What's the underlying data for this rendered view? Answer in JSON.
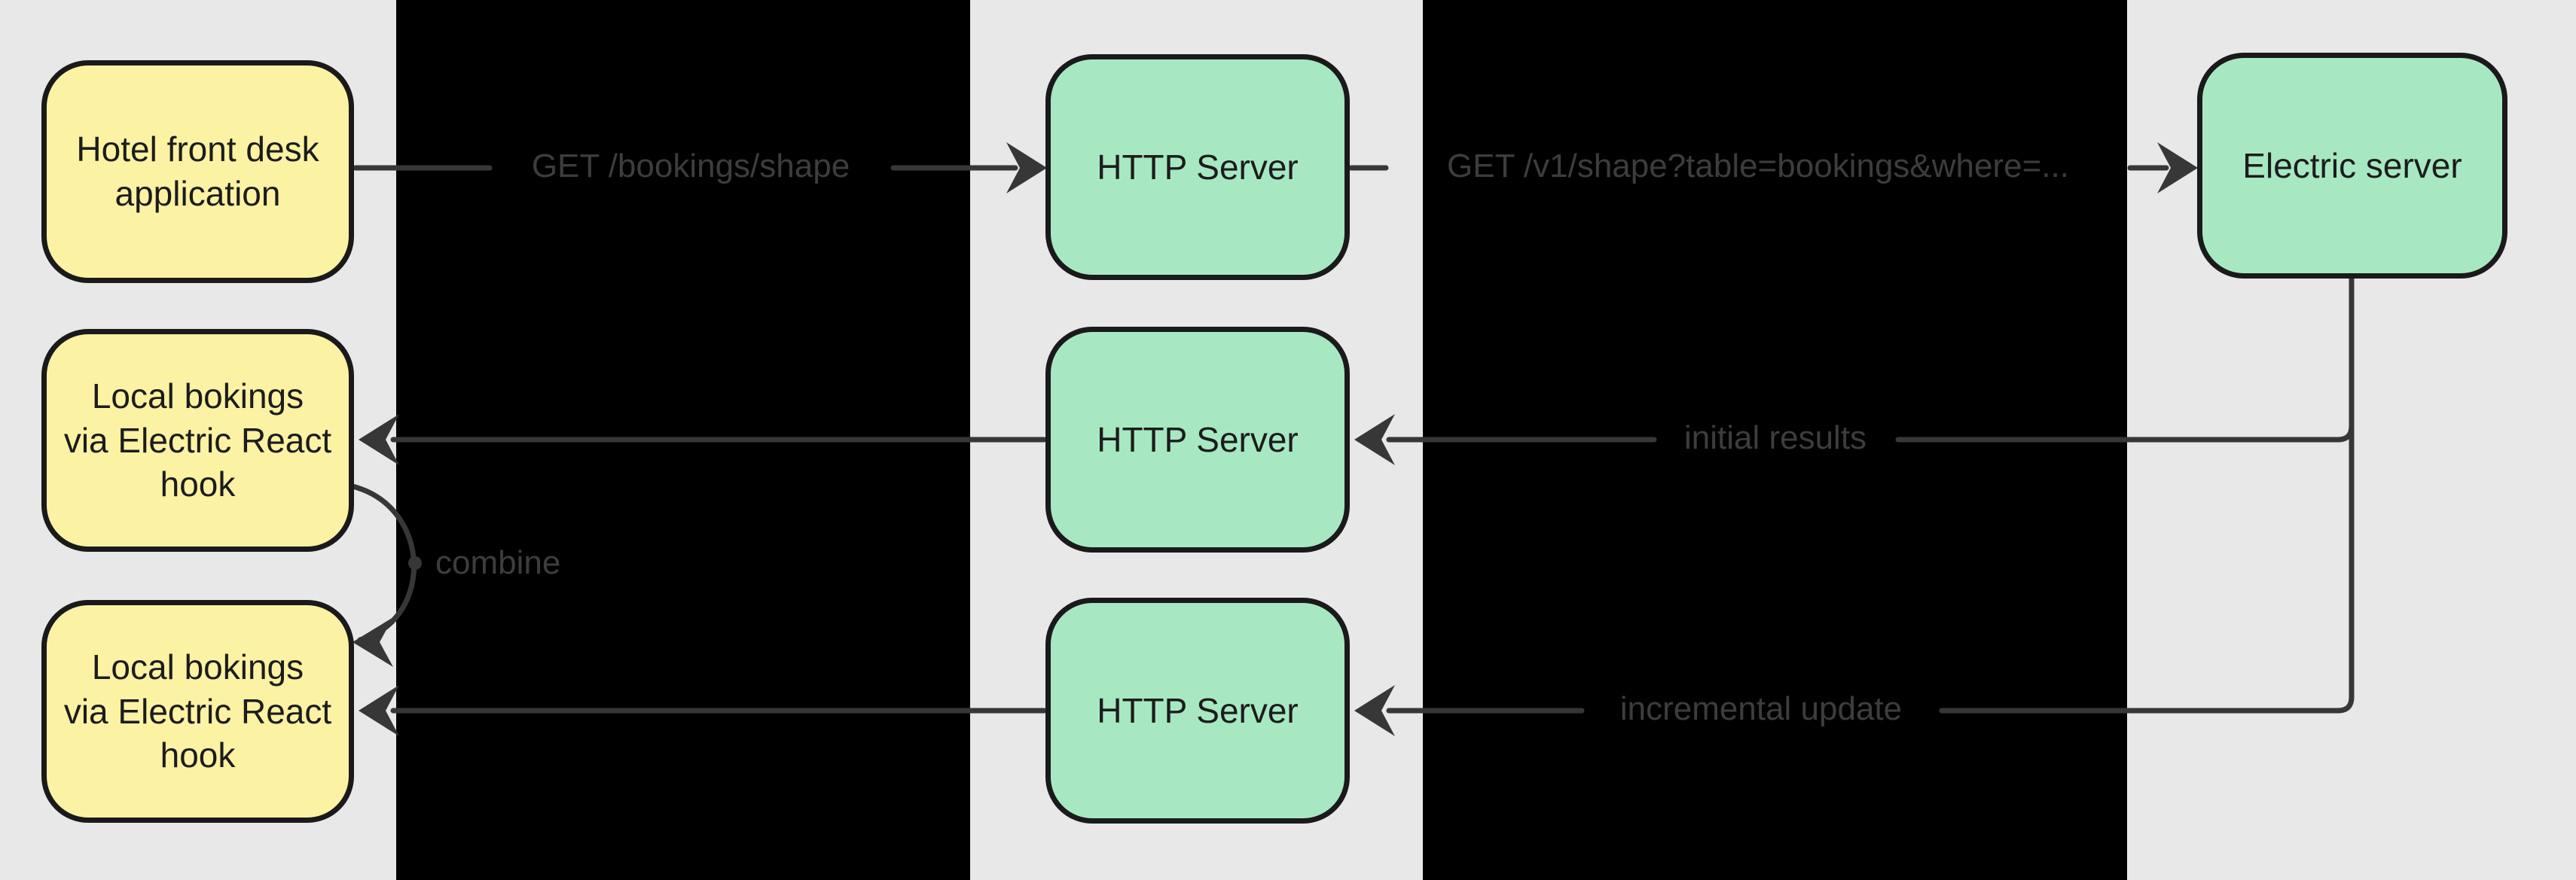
{
  "diagram": {
    "nodes": {
      "hotel_app": {
        "label": "Hotel front desk\napplication",
        "fill": "#fbf2a3"
      },
      "local_bookings_1": {
        "label": "Local bokings\nvia Electric React\nhook",
        "fill": "#fbf2a3"
      },
      "local_bookings_2": {
        "label": "Local bokings\nvia Electric React\nhook",
        "fill": "#fbf2a3"
      },
      "http_server_1": {
        "label": "HTTP Server",
        "fill": "#a7e8c3"
      },
      "http_server_2": {
        "label": "HTTP Server",
        "fill": "#a7e8c3"
      },
      "http_server_3": {
        "label": "HTTP Server",
        "fill": "#a7e8c3"
      },
      "electric_server": {
        "label": "Electric server",
        "fill": "#a7e8c3"
      }
    },
    "edges": {
      "get_bookings_shape": {
        "label": "GET /bookings/shape"
      },
      "get_v1_shape": {
        "label": "GET /v1/shape?table=bookings&where=..."
      },
      "initial_results": {
        "label": "initial results"
      },
      "incremental_update": {
        "label": "incremental update"
      },
      "combine": {
        "label": "combine"
      }
    },
    "colors": {
      "background": "#e8e8e8",
      "black_bar": "#000000",
      "edge_stroke": "#373737",
      "node_border": "#1a1a1a",
      "yellow_fill": "#fbf2a3",
      "green_fill": "#a7e8c3",
      "edge_label_text": "#3d3d3d",
      "node_label_text": "#1c1c1c"
    }
  }
}
